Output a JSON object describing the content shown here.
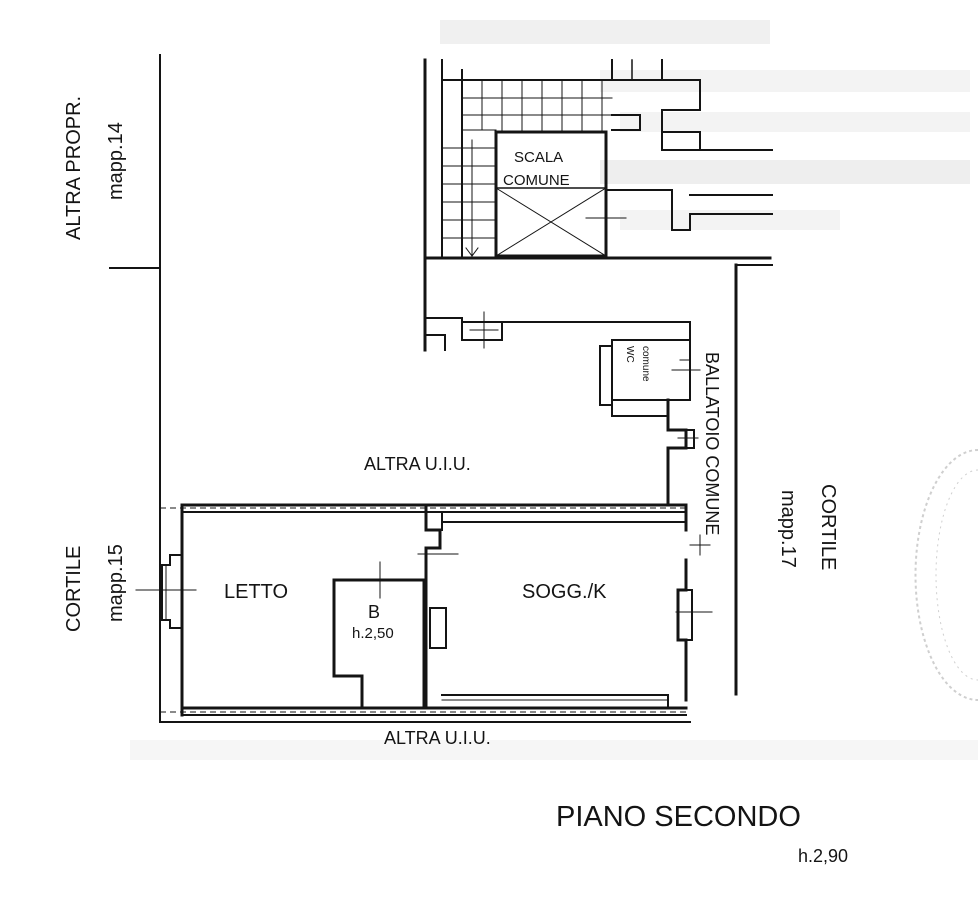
{
  "labels": {
    "altra_propr": "ALTRA PROPR.",
    "mapp_14": "mapp.14",
    "scala_line1": "SCALA",
    "scala_line2": "COMUNE",
    "wc_line1": "WC",
    "wc_line2": "comune",
    "ballatoio": "BALLATOIO COMUNE",
    "altra_uiu_top": "ALTRA U.I.U.",
    "altra_uiu_bottom": "ALTRA U.I.U.",
    "cortile_left": "CORTILE",
    "mapp_15": "mapp.15",
    "cortile_right": "CORTILE",
    "mapp_17": "mapp.17",
    "letto": "LETTO",
    "bagno": "B",
    "bagno_height": "h.2,50",
    "soggiorno": "SOGG./K",
    "floor_title": "PIANO SECONDO",
    "floor_height": "h.2,90"
  },
  "colors": {
    "ink": "#141414",
    "paper": "#ffffff",
    "faded": "#dcdcdc"
  }
}
